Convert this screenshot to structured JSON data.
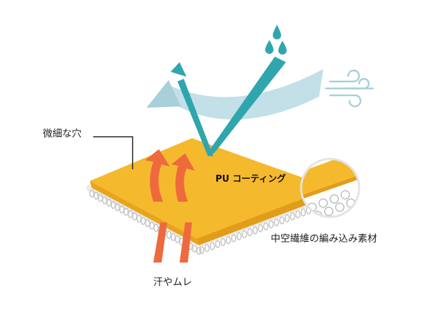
{
  "labels": {
    "pores": "微細な穴",
    "coating": "PU コーティング",
    "fiber": "中空繊維の編み込み素材",
    "sweat": "汗やムレ"
  },
  "icons": [
    "water-drops-icon",
    "wind-icon"
  ],
  "colors": {
    "membrane": "#f5b92e",
    "membrane_edge": "#e29d18",
    "sweat_arrow": "#ee6a3d",
    "water_arrow": "#2fa6ad",
    "wind_band": "#bcdbe5",
    "fiber": "#c9c9c9",
    "text": "#1d1d1d"
  }
}
